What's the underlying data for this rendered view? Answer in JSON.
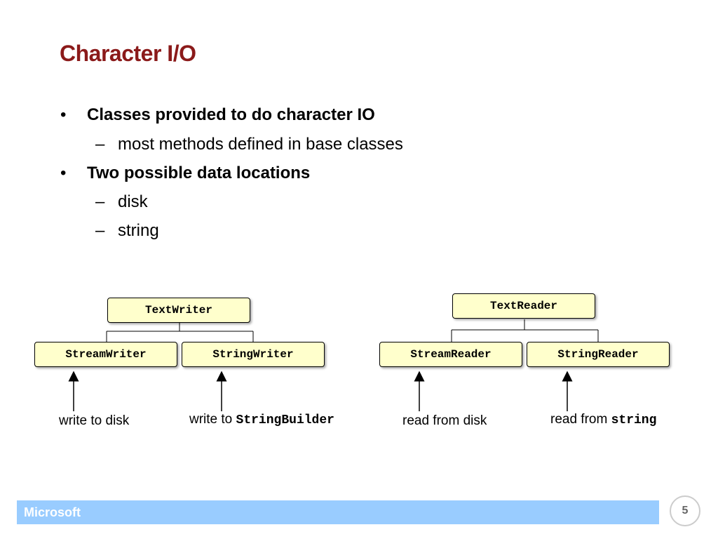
{
  "slide": {
    "title": "Character I/O",
    "page_number": "5",
    "footer_brand": "Microsoft"
  },
  "bullets": [
    {
      "text": "Classes provided to do character IO",
      "sub": [
        "most methods defined in base classes"
      ]
    },
    {
      "text": "Two possible data locations",
      "sub": [
        "disk",
        "string"
      ]
    }
  ],
  "bullet_glyph": "•",
  "dash_glyph": "–",
  "diagram": {
    "writer": {
      "base": "TextWriter",
      "children": [
        "StreamWriter",
        "StringWriter"
      ],
      "notes": [
        {
          "prefix": "write to disk",
          "code": ""
        },
        {
          "prefix": "write to ",
          "code": "StringBuilder"
        }
      ]
    },
    "reader": {
      "base": "TextReader",
      "children": [
        "StreamReader",
        "StringReader"
      ],
      "notes": [
        {
          "prefix": "read from disk",
          "code": ""
        },
        {
          "prefix": "read from ",
          "code": "string"
        }
      ]
    }
  },
  "colors": {
    "title": "#8b1a1a",
    "box_fill": "#ffffcc",
    "footer": "#99ccff"
  }
}
